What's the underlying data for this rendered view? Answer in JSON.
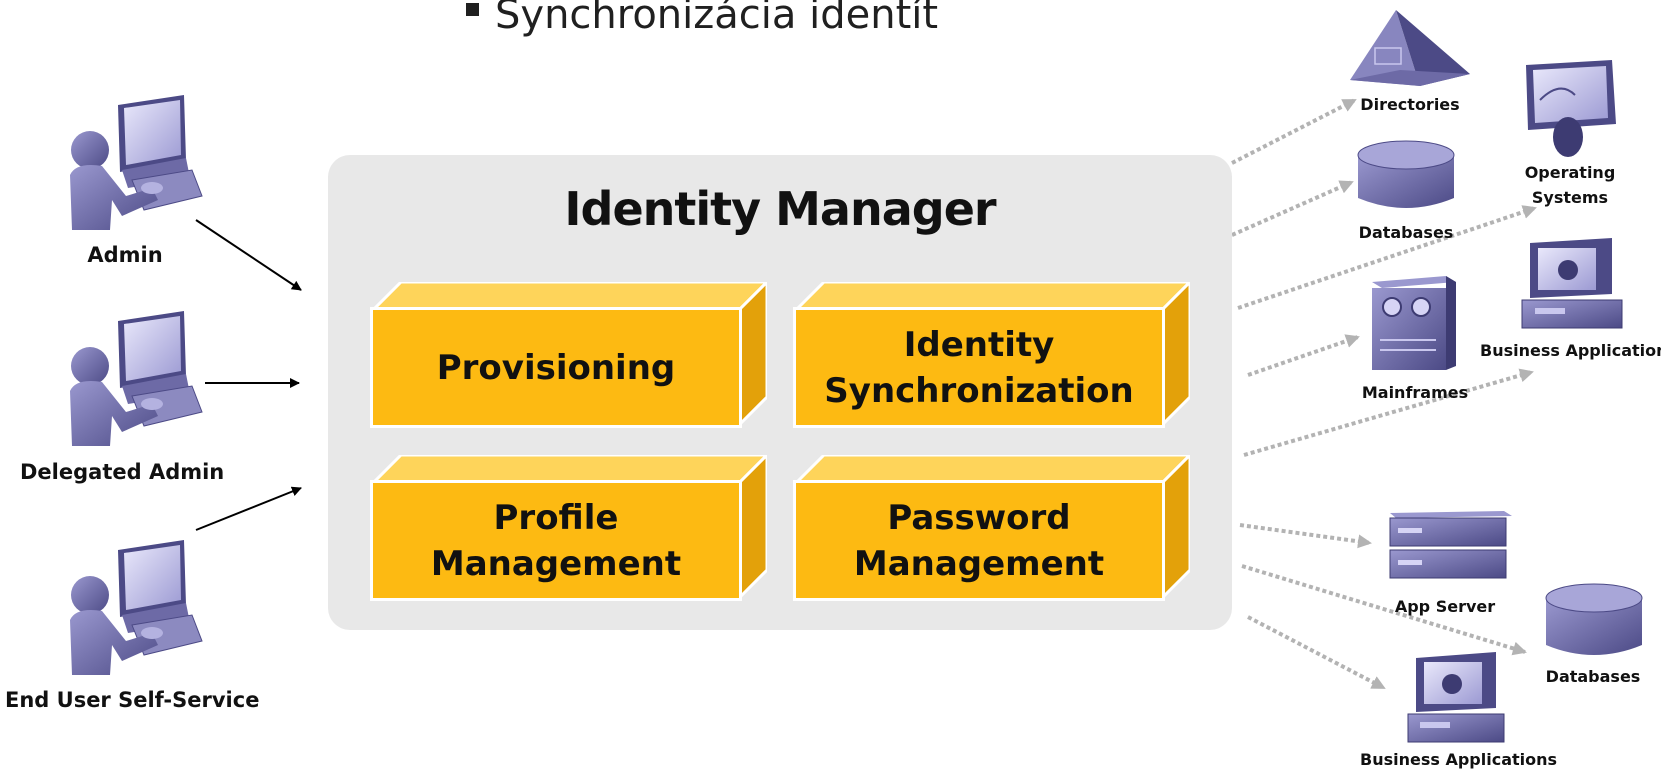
{
  "header": {
    "bullet": "Synchronizácia identít"
  },
  "center": {
    "title": "Identity Manager",
    "modules": [
      {
        "line1": "Provisioning",
        "line2": ""
      },
      {
        "line1": "Identity",
        "line2": "Synchronization"
      },
      {
        "line1": "Profile",
        "line2": "Management"
      },
      {
        "line1": "Password",
        "line2": "Management"
      }
    ]
  },
  "users": [
    {
      "label": "Admin",
      "icon": "user-computer-icon"
    },
    {
      "label": "Delegated Admin",
      "icon": "user-computer-icon"
    },
    {
      "label": "End User Self-Service",
      "icon": "user-computer-icon"
    }
  ],
  "targets": [
    {
      "label": "Directories",
      "icon": "directory-pyramid-icon"
    },
    {
      "label": "Databases",
      "icon": "database-cylinder-icon"
    },
    {
      "label": "Operating",
      "label2": "Systems",
      "icon": "monitor-mouse-icon"
    },
    {
      "label": "Mainframes",
      "icon": "mainframe-icon"
    },
    {
      "label": "Business Applications",
      "icon": "business-app-computer-icon"
    },
    {
      "label": "App Server",
      "icon": "app-server-icon"
    },
    {
      "label": "Databases",
      "icon": "database-cylinder-icon"
    },
    {
      "label": "Business Applications",
      "icon": "business-app-computer-icon"
    }
  ],
  "colors": {
    "module_fill": "#fdba12",
    "module_top": "#fed45a",
    "module_side": "#e3a10a",
    "panel": "#e8e8e8",
    "icon_purple": "#6d6aa6",
    "dotted_arrow": "#b3b3b3"
  }
}
